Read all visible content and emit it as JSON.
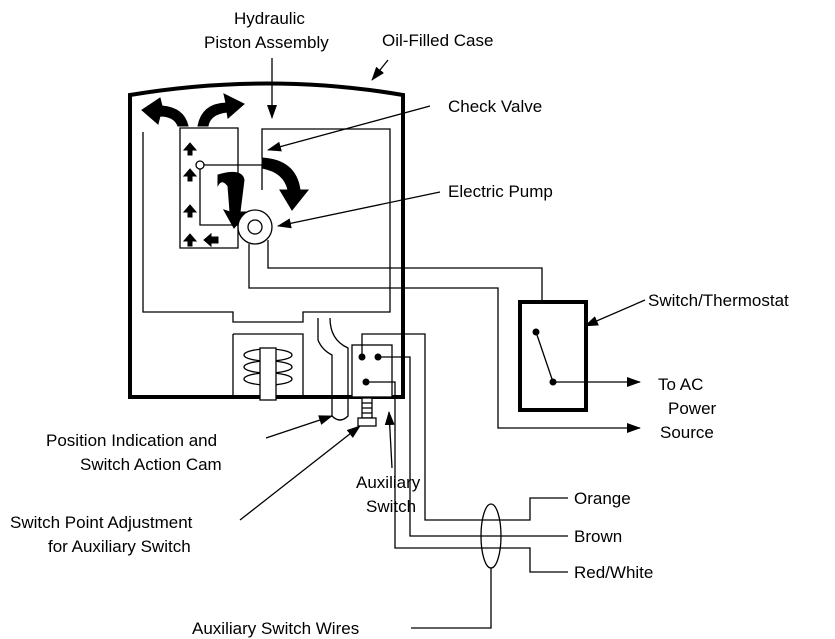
{
  "labels": {
    "hydraulic_line1": "Hydraulic",
    "hydraulic_line2": "Piston Assembly",
    "oil_case": "Oil-Filled Case",
    "check_valve": "Check Valve",
    "electric_pump": "Electric Pump",
    "switch_thermostat": "Switch/Thermostat",
    "ac_line1": "To AC",
    "ac_line2": "Power",
    "ac_line3": "Source",
    "cam_line1": "Position Indication and",
    "cam_line2": "Switch Action Cam",
    "aux_switch_line1": "Auxiliary",
    "aux_switch_line2": "Switch",
    "adjust_line1": "Switch Point Adjustment",
    "adjust_line2": "for Auxiliary Switch",
    "wire_orange": "Orange",
    "wire_brown": "Brown",
    "wire_redwhite": "Red/White",
    "aux_wires": "Auxiliary Switch Wires"
  }
}
